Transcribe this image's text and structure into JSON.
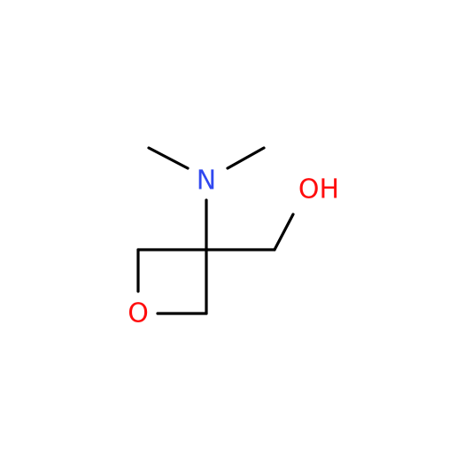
{
  "molecule": {
    "atoms": {
      "nitrogen": {
        "symbol": "N",
        "color": "#3048f0"
      },
      "hydroxyl": {
        "symbol": "OH",
        "color": "#ff0d0d"
      },
      "ring_oxygen": {
        "symbol": "O",
        "color": "#ff0d0d"
      }
    },
    "bond_color": "#000000"
  }
}
